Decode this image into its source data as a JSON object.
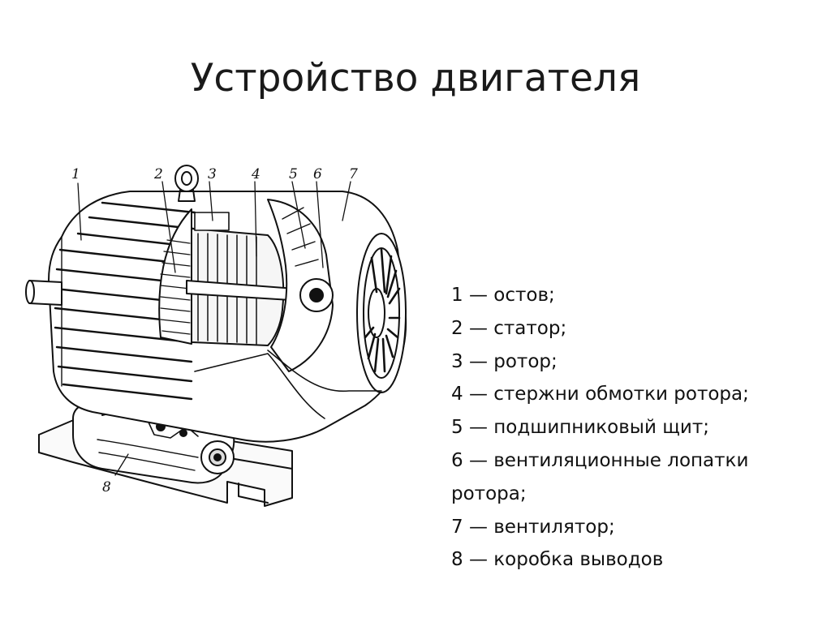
{
  "slide": {
    "title": "Устройство двигателя"
  },
  "diagram": {
    "callouts": [
      "1",
      "2",
      "3",
      "4",
      "5",
      "6",
      "7",
      "8"
    ]
  },
  "legend": {
    "lines": [
      "1 — остов;",
      "2 — статор;",
      "3 — ротор;",
      "4 — стержни обмотки ротора;",
      "5 — подшипниковый щит;",
      "6 — вентиляционные лопатки",
      "ротора;",
      "7 — вентилятор;",
      "8 — коробка выводов"
    ]
  }
}
